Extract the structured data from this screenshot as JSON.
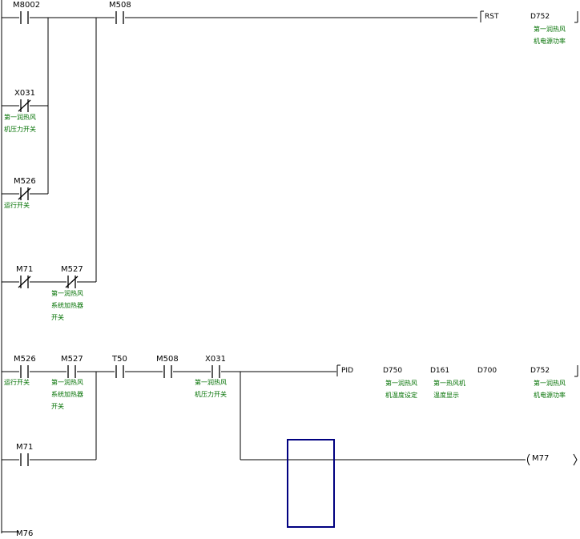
{
  "rung1": {
    "contacts": {
      "m8002": {
        "label": "M8002"
      },
      "m508": {
        "label": "M508"
      },
      "x031": {
        "label": "X031",
        "comment": "第一润热风机压力开关"
      },
      "m526": {
        "label": "M526",
        "comment": "运行开关"
      },
      "m71": {
        "label": "M71"
      },
      "m527": {
        "label": "M527",
        "comment": "第一润热风系统加热器开关"
      }
    },
    "instruction": {
      "name": "RST",
      "operand": "D752",
      "operand_comment": "第一润热风机电源功率"
    }
  },
  "rung2": {
    "contacts": {
      "m526": {
        "label": "M526",
        "comment": "运行开关"
      },
      "m527": {
        "label": "M527",
        "comment": "第一润热风系统加热器开关"
      },
      "t50": {
        "label": "T50"
      },
      "m508": {
        "label": "M508"
      },
      "x031": {
        "label": "X031",
        "comment": "第一润热风机压力开关"
      },
      "m71": {
        "label": "M71"
      }
    },
    "pid": {
      "name": "PID",
      "operands": [
        {
          "label": "D750",
          "comment": "第一润热风机温度设定"
        },
        {
          "label": "D161",
          "comment": "第一热风机温度显示"
        },
        {
          "label": "D700",
          "comment": ""
        },
        {
          "label": "D752",
          "comment": "第一润热风机电源功率"
        }
      ]
    },
    "coil": {
      "label": "M77"
    }
  },
  "rung3": {
    "contact_label": "M76"
  },
  "colors": {
    "line": "#000000",
    "comment": "#007000",
    "cursor": "#000080"
  }
}
